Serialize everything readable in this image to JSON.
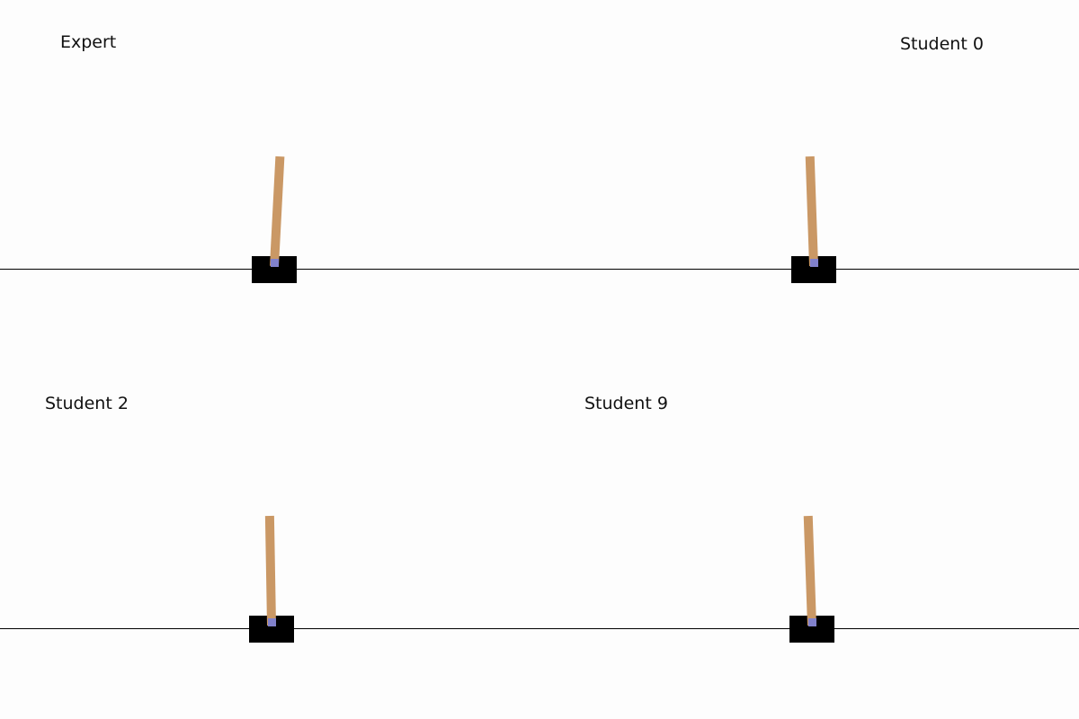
{
  "panels": [
    {
      "id": "expert",
      "label": "Expert",
      "pole_angle_deg": 3
    },
    {
      "id": "student-0",
      "label": "Student 0",
      "pole_angle_deg": -2
    },
    {
      "id": "student-2",
      "label": "Student 2",
      "pole_angle_deg": -1
    },
    {
      "id": "student-9",
      "label": "Student 9",
      "pole_angle_deg": -2
    }
  ],
  "colors": {
    "background": "#fdfdfd",
    "track": "#000000",
    "cart": "#000000",
    "pole": "#ca9865",
    "axle": "#8181cb"
  },
  "icons": {
    "cart": "cart-icon",
    "pole": "pole-icon",
    "axle": "axle-icon"
  }
}
